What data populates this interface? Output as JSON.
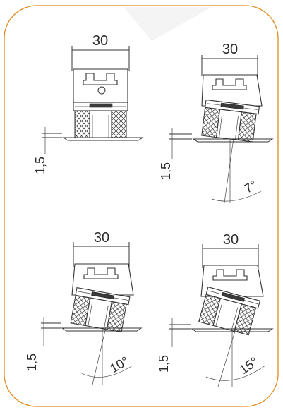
{
  "border_color": "#E08A1E",
  "drawings": [
    {
      "id": "tl",
      "width_label": "30",
      "gap_label": "1,5",
      "angle_label": ""
    },
    {
      "id": "tr",
      "width_label": "30",
      "gap_label": "1,5",
      "angle_label": "7°"
    },
    {
      "id": "bl",
      "width_label": "30",
      "gap_label": "1,5",
      "angle_label": "10°"
    },
    {
      "id": "br",
      "width_label": "30",
      "gap_label": "1,5",
      "angle_label": "15°"
    }
  ]
}
